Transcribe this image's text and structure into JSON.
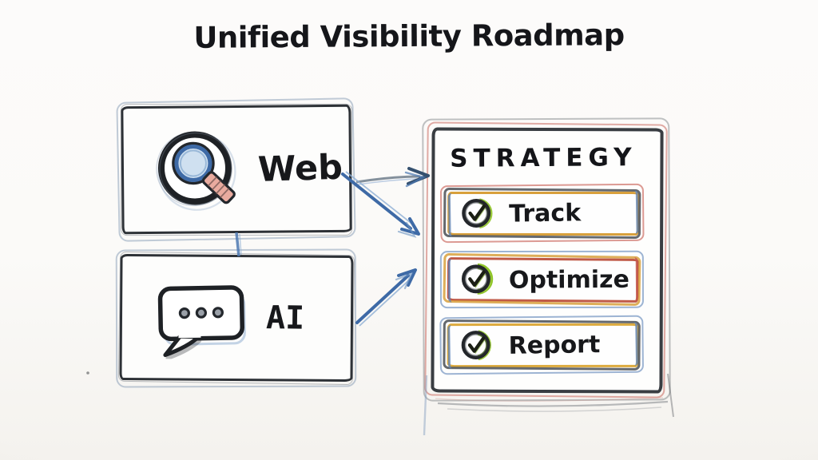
{
  "title": "Unified Visibility Roadmap",
  "sources": [
    {
      "id": "web",
      "label": "Web",
      "icon": "magnifier-icon"
    },
    {
      "id": "ai",
      "label": "AI",
      "icon": "chat-bubble-icon"
    }
  ],
  "strategy": {
    "title": "STRATEGY",
    "items": [
      {
        "label": "Track",
        "checked": true,
        "icon": "check-icon"
      },
      {
        "label": "Optimize",
        "checked": true,
        "icon": "check-icon"
      },
      {
        "label": "Report",
        "checked": true,
        "icon": "check-icon"
      }
    ]
  },
  "connections": [
    {
      "from": "Web",
      "to": "STRATEGY",
      "style": "straight-arrow"
    },
    {
      "from": "Web",
      "to": "Track",
      "style": "diagonal-arrow"
    },
    {
      "from": "AI",
      "to": "Optimize",
      "style": "diagonal-arrow"
    }
  ],
  "colors": {
    "ink": "#17181b",
    "graphite": "#4a4f55",
    "arrow_blue": "#3e6aa6",
    "light_blue": "#9fb8d8",
    "accent_red": "#c4574d",
    "accent_amber": "#d8a03c",
    "accent_yellow": "#ddab3f",
    "check_green": "#8bc220",
    "lens_fill": "#cfe0f0",
    "handle_pink": "#e9ab9f",
    "background": "#fbfaf8"
  }
}
